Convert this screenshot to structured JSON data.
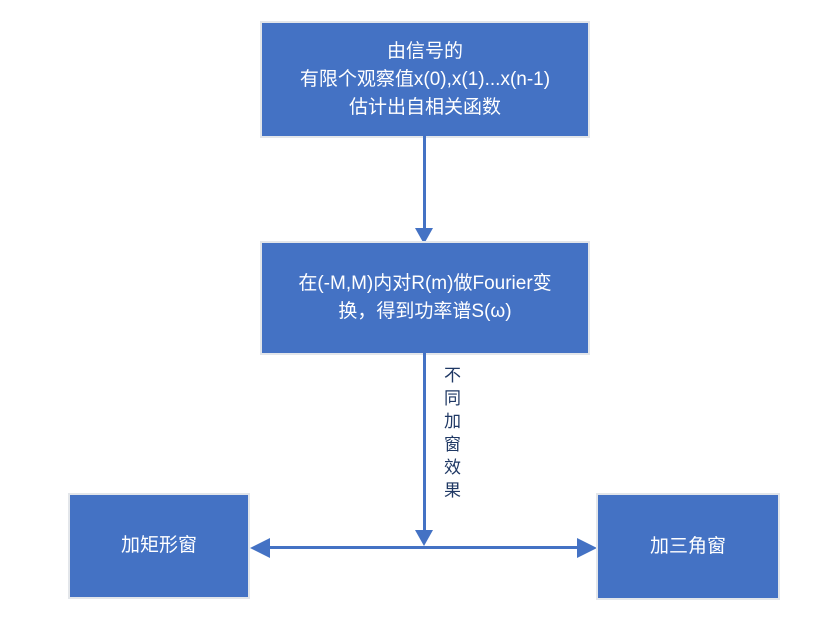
{
  "diagram": {
    "type": "flowchart",
    "colors": {
      "background": "#ffffff",
      "accent": "#4472C4",
      "box_border": "#e3e6ea",
      "box_text": "#ffffff",
      "label_text": "#1f3864"
    },
    "nodes": [
      {
        "id": "estimate-autocorrelation",
        "lines": [
          "由信号的",
          "有限个观察值x(0),x(1)...x(n-1)",
          "估计出自相关函数"
        ]
      },
      {
        "id": "fourier-transform",
        "lines": [
          "在(-M,M)内对R(m)做Fourier变",
          "换，得到功率谱S(ω)"
        ]
      },
      {
        "id": "rectangular-window",
        "lines": [
          "加矩形窗"
        ]
      },
      {
        "id": "triangular-window",
        "lines": [
          "加三角窗"
        ]
      }
    ],
    "edge_label": "不同加窗效果",
    "edges": [
      {
        "from": "estimate-autocorrelation",
        "to": "fourier-transform",
        "label": ""
      },
      {
        "from": "fourier-transform",
        "to": "rectangular-window",
        "label": "不同加窗效果"
      },
      {
        "from": "fourier-transform",
        "to": "triangular-window",
        "label": "不同加窗效果"
      }
    ]
  }
}
